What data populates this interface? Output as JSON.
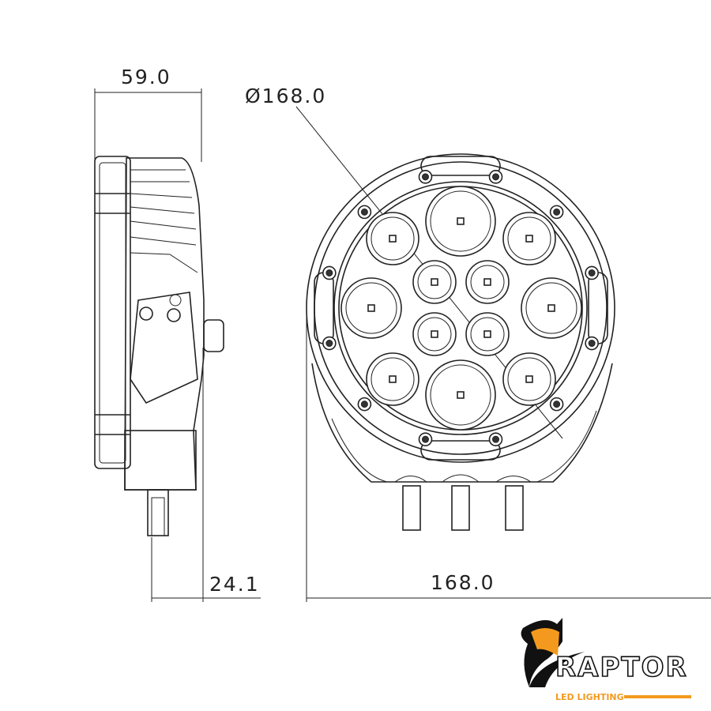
{
  "dimensions": {
    "depth": "59.0",
    "diameter": "Ø168.0",
    "mount_offset": "24.1",
    "width": "168.0"
  },
  "logo": {
    "brand": "RAPTOR",
    "tagline": "LED LIGHTING",
    "colors": {
      "accent": "#f39a1e",
      "dark": "#111111"
    }
  }
}
